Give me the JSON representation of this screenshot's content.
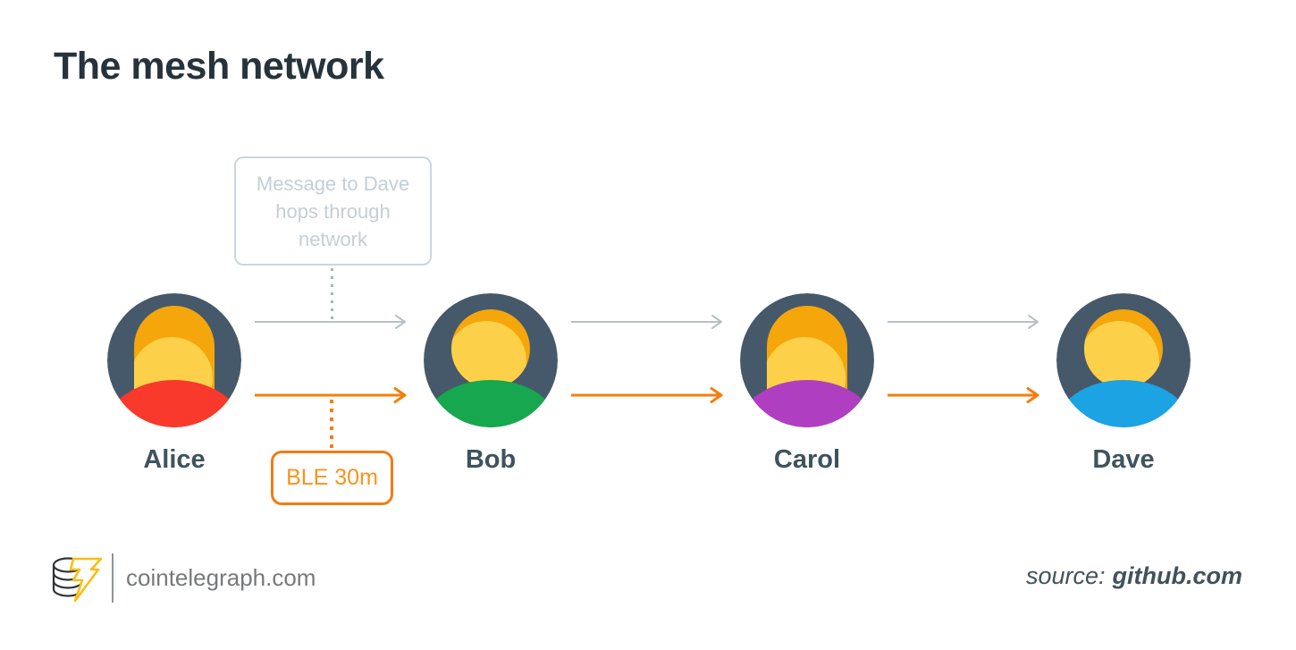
{
  "title": "The mesh network",
  "callout": {
    "text": "Message to Dave hops through network"
  },
  "link_label": {
    "text": "BLE 30m"
  },
  "nodes": [
    {
      "name": "Alice",
      "avatar": "female",
      "shirt_color": "#F8392B"
    },
    {
      "name": "Bob",
      "avatar": "male",
      "shirt_color": "#17A74F"
    },
    {
      "name": "Carol",
      "avatar": "female",
      "shirt_color": "#AF3FC0"
    },
    {
      "name": "Dave",
      "avatar": "male",
      "shirt_color": "#1BA3E3"
    }
  ],
  "colors": {
    "avatar_bg": "#46596A",
    "hair": "#F5A60B",
    "skin": "#FCD149",
    "gray_link": "#B5C1C5",
    "orange_link": "#F57E0D",
    "callout_border": "#CBD7DC",
    "ble_border": "#EF7D15",
    "title_text": "#26333B"
  },
  "footer": {
    "site": "cointelegraph.com",
    "source_prefix": "source:",
    "source_value": "github.com"
  }
}
